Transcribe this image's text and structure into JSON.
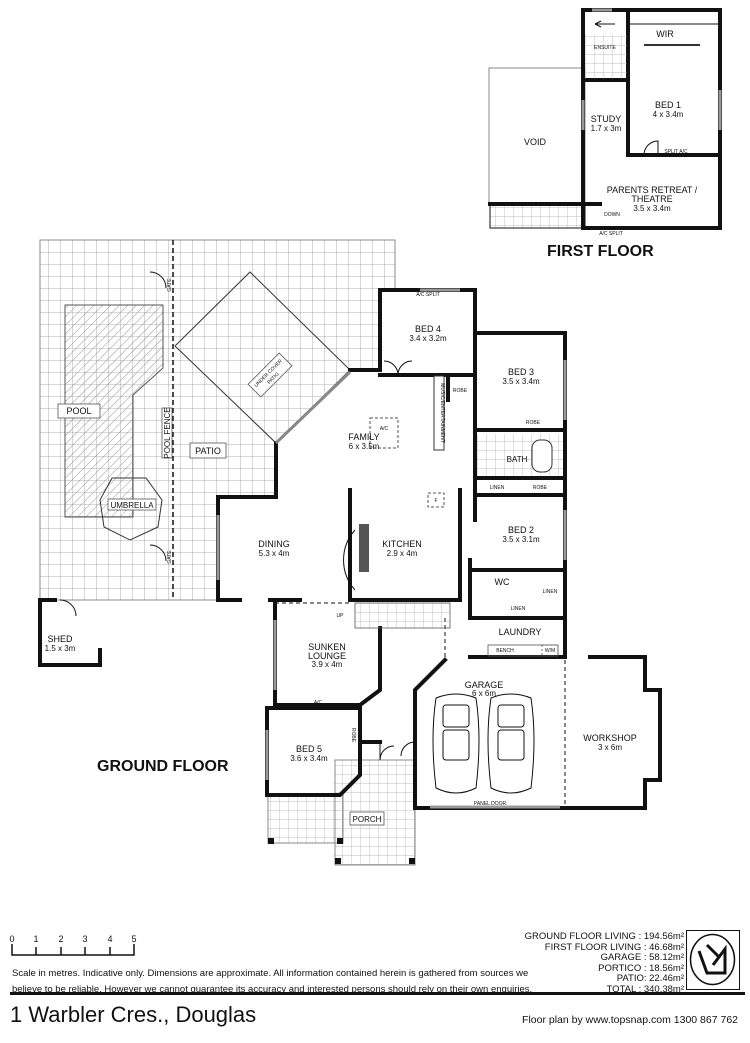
{
  "first_floor": {
    "heading": "FIRST FLOOR",
    "rooms": {
      "ensuite": "ENSUITE",
      "wir": "WIR",
      "bed1": {
        "name": "BED 1",
        "size": "4 x 3.4m"
      },
      "study": {
        "name": "STUDY",
        "size": "1.7 x 3m"
      },
      "void": "VOID",
      "parents_retreat": {
        "name": "PARENTS RETREAT /",
        "name2": "THEATRE",
        "size": "3.5 x 3.4m"
      },
      "down": "DOWN",
      "ac_split": "A/C SPLIT",
      "bed1_ac": "SPLIT A/C"
    }
  },
  "ground_floor": {
    "heading": "GROUND FLOOR",
    "rooms": {
      "pool": "POOL",
      "umbrella": "UMBRELLA",
      "pool_fence": "POOL FENCE",
      "gate": "GATE",
      "patio": "PATIO",
      "under_cover_patio": {
        "line1": "UNDER COVER",
        "line2": "PATIO"
      },
      "bed4": {
        "name": "BED 4",
        "size": "3.4 x 3.2m"
      },
      "bed3": {
        "name": "BED 3",
        "size": "3.5 x 3.4m"
      },
      "bed2": {
        "name": "BED 2",
        "size": "3.5 x 3.1m"
      },
      "bed5": {
        "name": "BED 5",
        "size": "3.6 x 3.4m"
      },
      "family": {
        "name": "FAMILY",
        "size": "6 x 3.5m"
      },
      "dining": {
        "name": "DINING",
        "size": "5.3 x 4m"
      },
      "kitchen": {
        "name": "KITCHEN",
        "size": "2.9 x 4m"
      },
      "sunken_lounge": {
        "name": "SUNKEN",
        "name2": "LOUNGE",
        "size": "3.9 x 4m"
      },
      "garage": {
        "name": "GARAGE",
        "size": "6 x 6m"
      },
      "workshop": {
        "name": "WORKSHOP",
        "size": "3 x 6m"
      },
      "shed": {
        "name": "SHED",
        "size": "1.5 x 3m"
      },
      "porch": "PORCH",
      "laundry": "LAUNDRY",
      "bench": "BENCH",
      "wm": "W/M",
      "bath": "BATH",
      "wc": "WC",
      "linen": "LINEN",
      "robe": "ROBE",
      "ac": "A/C",
      "ac_split": "A/C SPLIT",
      "fridge": "F",
      "entertainment": "MUSIC/ENTERTAINMENT",
      "up": "UP",
      "panel_door": "PANEL DOOR"
    }
  },
  "scale": {
    "ticks": [
      "0",
      "1",
      "2",
      "3",
      "4",
      "5"
    ],
    "unit": "metres"
  },
  "disclaimer": "Scale in metres. Indicative only. Dimensions  are approximate. All information contained herein is gathered from sources we believe to be  reliable. However we cannot guarantee its accuracy and interested persons should  rely on their own enquiries.",
  "areas": [
    {
      "label": "GROUND FLOOR LIVING :",
      "value": "194.56m²"
    },
    {
      "label": "FIRST FLOOR LIVING :",
      "value": "46.68m²"
    },
    {
      "label": "GARAGE :",
      "value": "58.12m²"
    },
    {
      "label": "PORTICO  :",
      "value": "18.56m²"
    },
    {
      "label": "PATIO:",
      "value": "22.46m²"
    },
    {
      "label": "TOTAL   :",
      "value": "340.38m²"
    }
  ],
  "address": "1 Warbler Cres., Douglas",
  "credit": "Floor plan by www.topsnap.com 1300 867 762",
  "logo": "topsnap"
}
